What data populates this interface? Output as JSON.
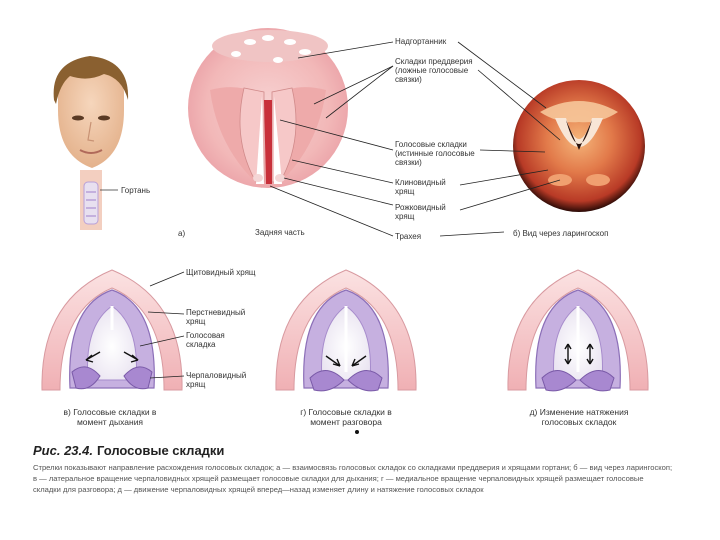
{
  "labels": {
    "epiglottis": "Надгортанник",
    "vestibular_folds": "Складки преддверия (ложные голосовые связки)",
    "vocal_folds": "Голосовые складки (истинные голосовые связки)",
    "cuneiform": "Клиновидный хрящ",
    "corniculate": "Рожковидный хрящ",
    "trachea": "Трахея",
    "back_part": "Задняя часть",
    "larynx": "Гортань",
    "thyroid_cartilage": "Щитовидный хрящ",
    "cricoid_cartilage": "Перстневидный хрящ",
    "vocal_fold": "Голосовая складка",
    "arytenoid_cartilage": "Черпаловидный хрящ"
  },
  "panels": {
    "a": "а)",
    "b": "б) Вид через ларингоскоп",
    "v": "в) Голосовые складки в момент дыхания",
    "g": "г) Голосовые складки в момент разговора",
    "d": "д) Изменение натяжения голосовых складок"
  },
  "figure": {
    "number": "Рис. 23.4.",
    "title": "Голосовые складки",
    "description": "Стрелки показывают направление расхождения голосовых складок; а — взаимосвязь голосовых складок со складками преддверия и хрящами гортани; б — вид через ларингоскоп; в — латеральное вращение черпаловидных хрящей размещает голосовые складки для дыхания; г — медиальное вращение черпаловидных хрящей размещает голосовые складки для разговора; д — движение черпаловидных хрящей вперед—назад изменяет длину и натяжение голосовых складок"
  },
  "colors": {
    "tissue_pink": "#f2b8b8",
    "fold_white": "#f8f2f2",
    "cartilage_lilac": "#b9a0d8",
    "cartilage_dark": "#8c6fb8",
    "endoscope_red": "#d9553a",
    "skin": "#f0c8a8",
    "hair": "#8a6030"
  }
}
